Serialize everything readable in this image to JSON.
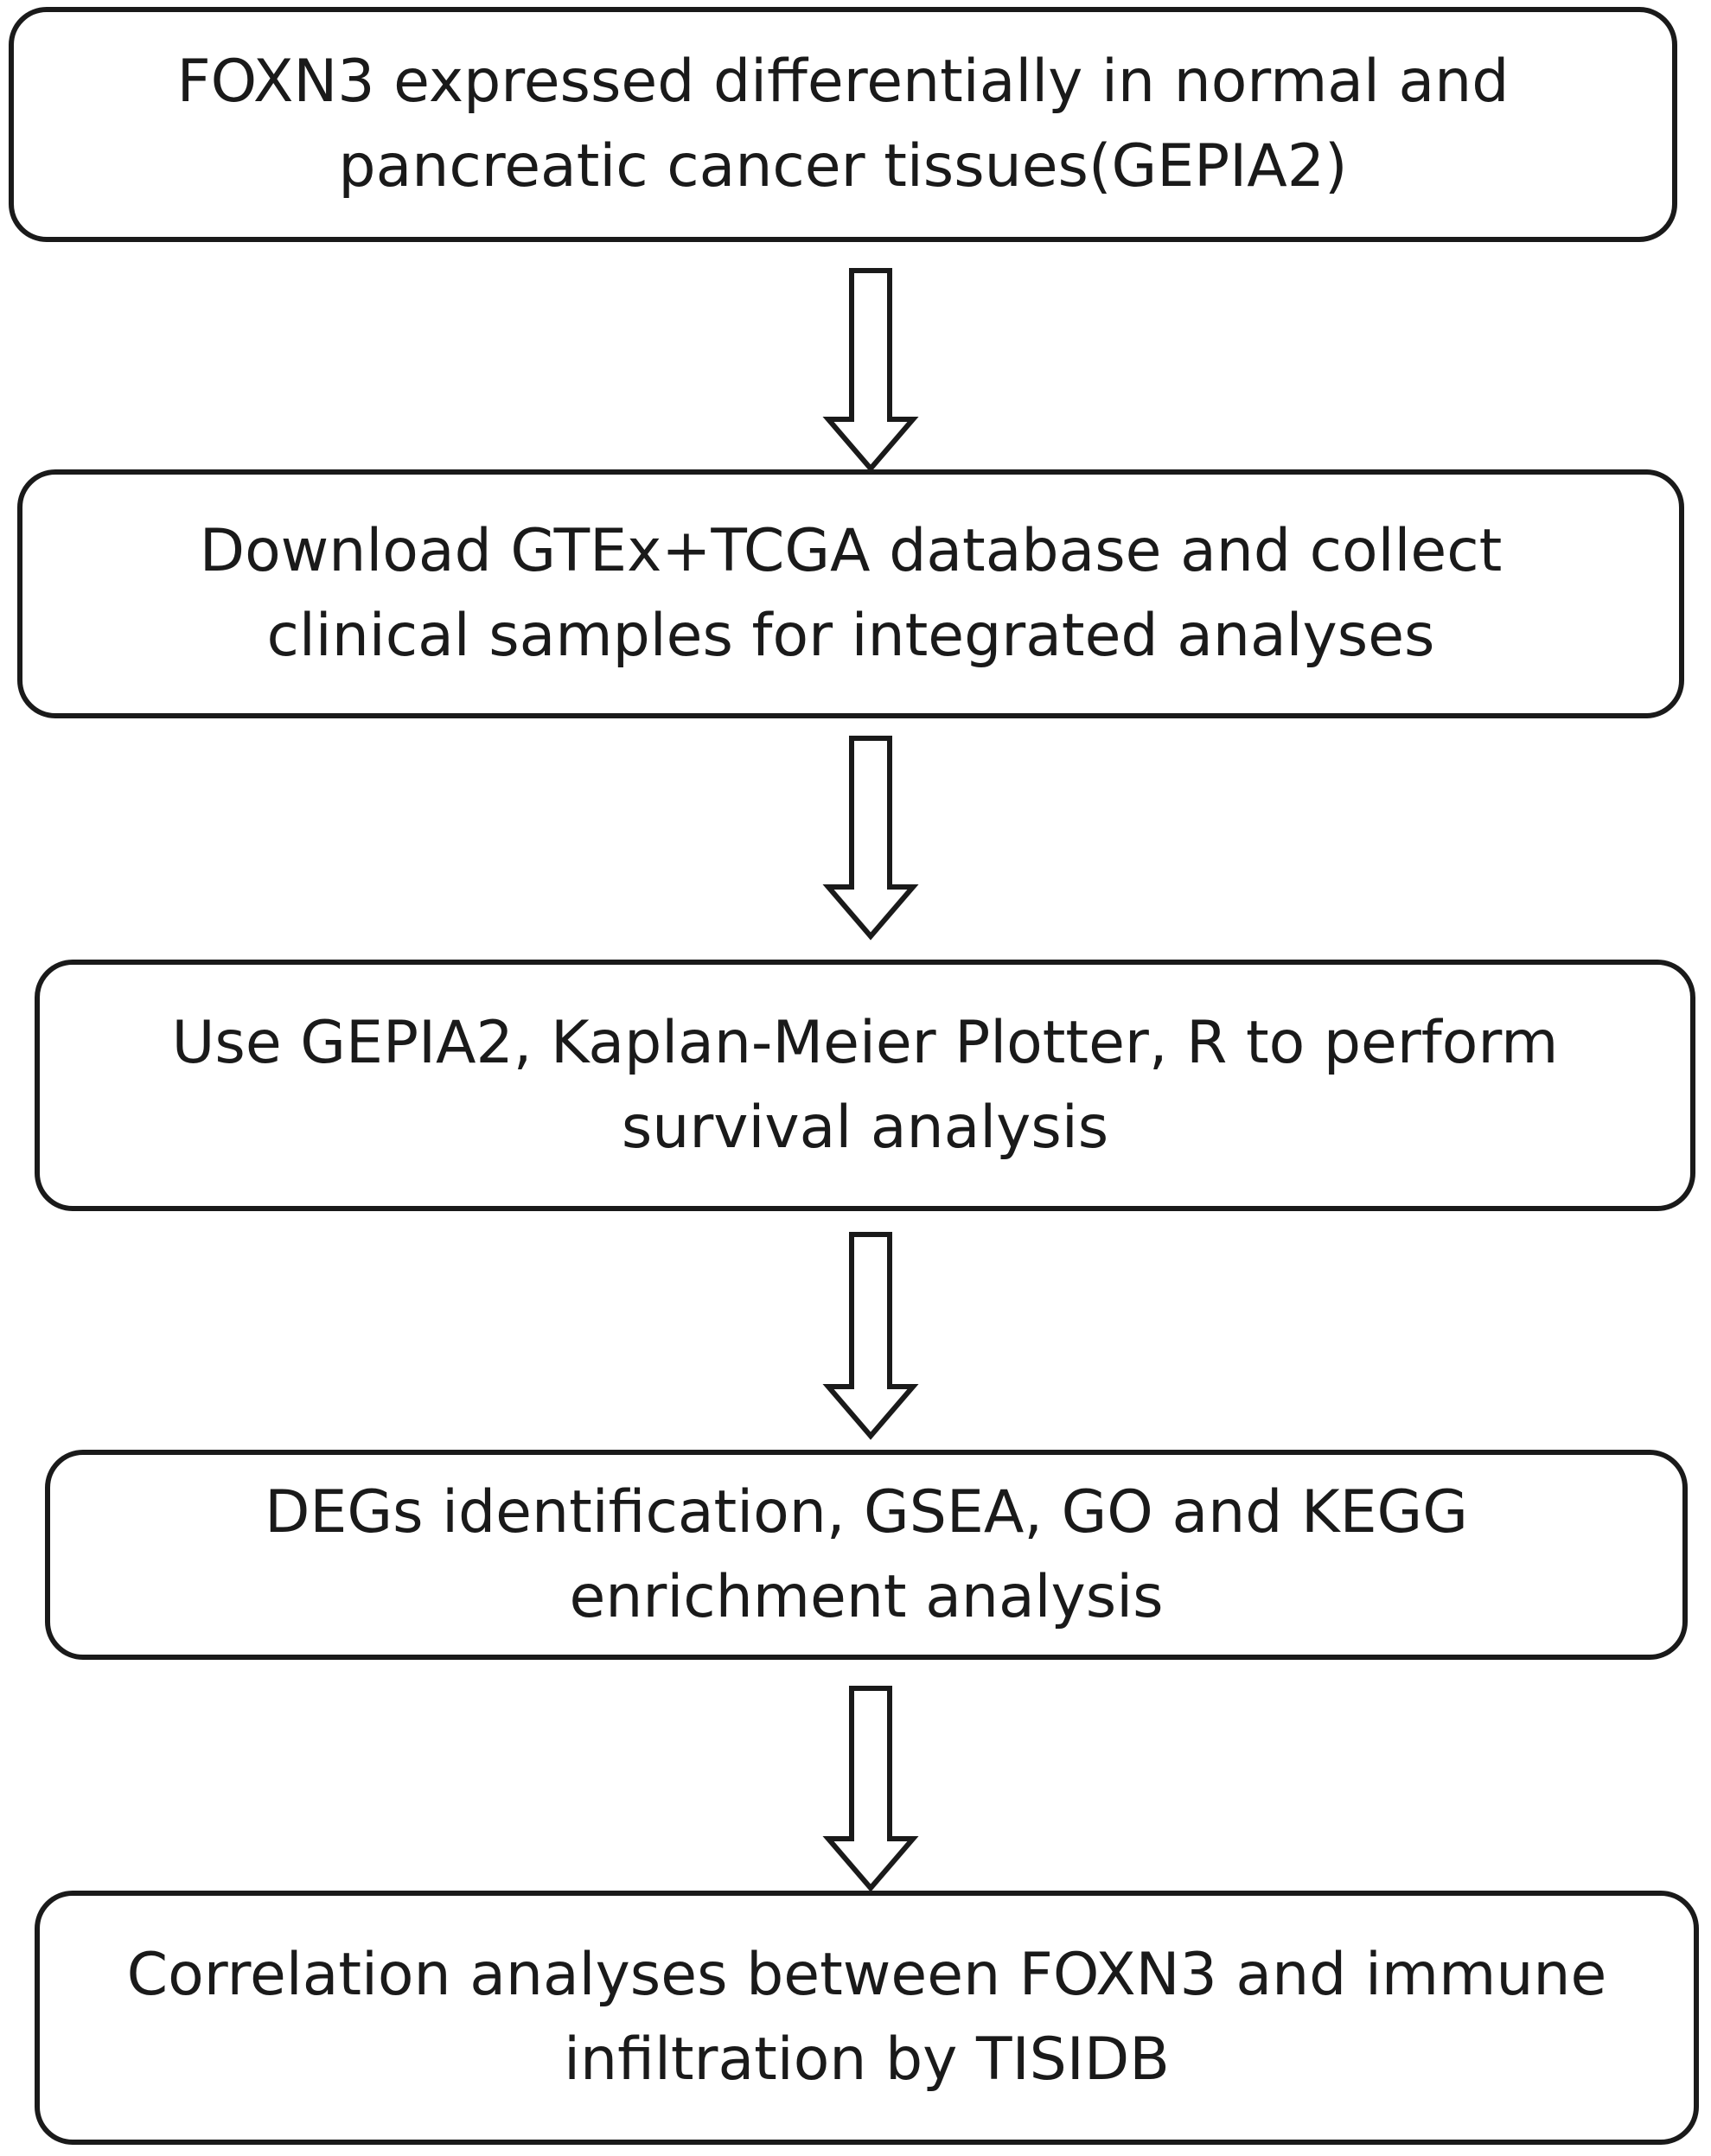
{
  "flowchart": {
    "steps": [
      {
        "lines": [
          "FOXN3 expressed differentially in normal and",
          "pancreatic cancer tissues(GEPIA2)"
        ]
      },
      {
        "lines": [
          "Download GTEx+TCGA database and collect",
          "clinical samples for integrated analyses"
        ]
      },
      {
        "lines": [
          "Use GEPIA2, Kaplan-Meier Plotter, R to perform",
          "survival analysis"
        ]
      },
      {
        "lines": [
          "DEGs identification, GSEA, GO and KEGG",
          "enrichment analysis"
        ]
      },
      {
        "lines": [
          "Correlation analyses between FOXN3 and immune",
          "infiltration by TISIDB"
        ]
      }
    ],
    "arrow_icon": "hollow-down-arrow-icon",
    "colors": {
      "stroke": "#1a1a1a",
      "background": "#ffffff"
    }
  }
}
